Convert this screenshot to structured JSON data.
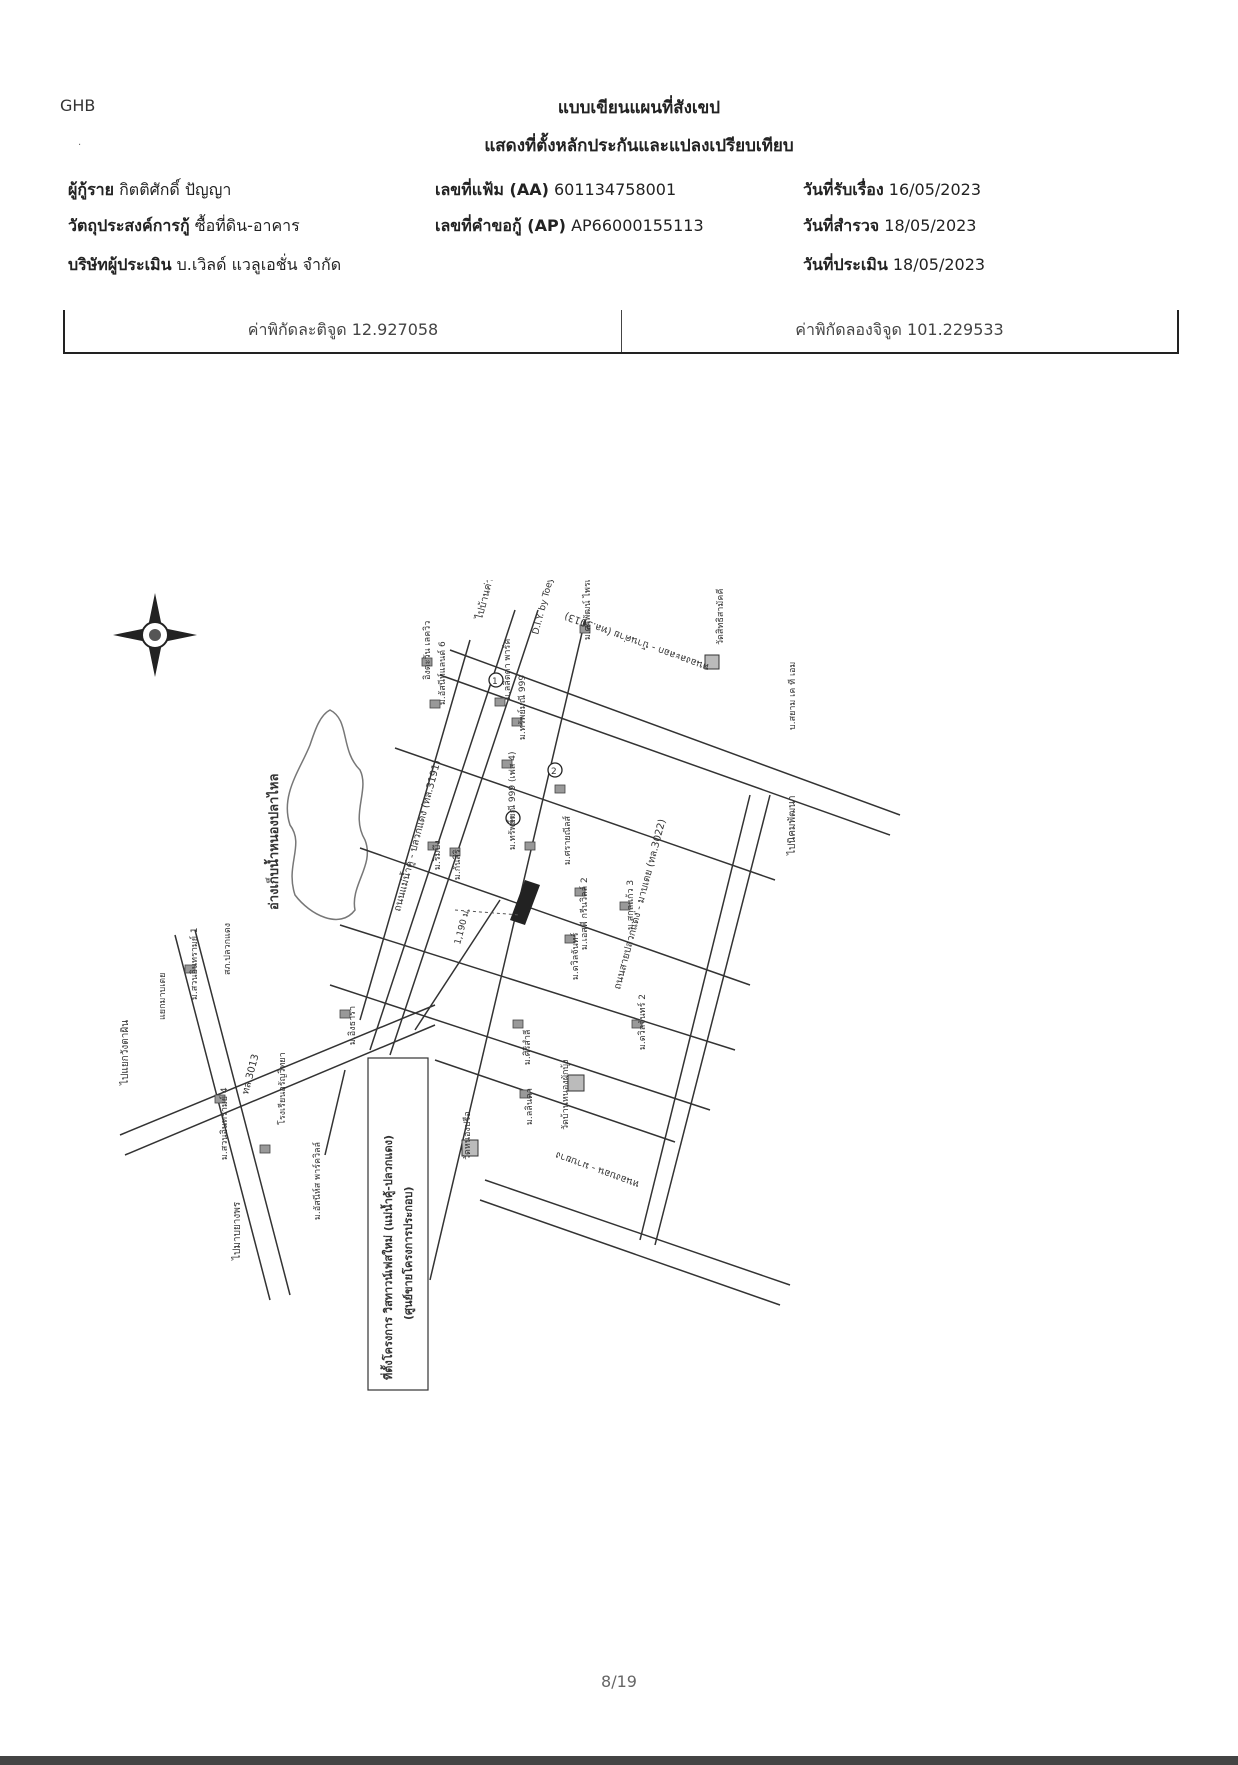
{
  "header": {
    "org": "GHB",
    "title": "แบบเขียนแผนที่สังเขป",
    "subtitle": "แสดงที่ตั้งหลักประกันและแปลงเปรียบเทียบ"
  },
  "info": {
    "borrower_label": "ผู้กู้ราย",
    "borrower": "กิตติศักดิ์ ปัญญา",
    "purpose_label": "วัตถุประสงค์การกู้",
    "purpose": "ซื้อที่ดิน-อาคาร",
    "company_label": "บริษัทผู้ประเมิน",
    "company": "บ.เวิลด์ แวลูเอชั่น จำกัด",
    "file_label": "เลขที่แฟ้ม (AA)",
    "file_no": "601134758001",
    "app_label": "เลขที่คำขอกู้ (AP)",
    "app_no": "AP66000155113",
    "received_label": "วันที่รับเรื่อง",
    "received": "16/05/2023",
    "survey_label": "วันที่สำรวจ",
    "survey": "18/05/2023",
    "appraise_label": "วันที่ประเมิน",
    "appraise": "18/05/2023"
  },
  "coords": {
    "lat": "ค่าพิกัดละติจูด 12.927058",
    "lng": "ค่าพิกัดลองจิจูด 101.229533"
  },
  "map": {
    "project_line1": "ที่ตั้งโครงการ วิสทาวน์เฟสใหม่ (แม่น้ำคู้-ปลวกแดง)",
    "project_line2": "(ศูนย์ขายโครงการประกอบ)",
    "reservoir": "อ่างเก็บน้ำหนองปลาไหล",
    "road_3191": "ถนนแม่น้ำคู้ - ปลวกแดง (ทล.3191)",
    "road_3022": "ถนนสายปลวกแดง - มาบเตย (ทล.3022)",
    "road_top": "หนองละลอก - บ้านค่าย (ทล.3013)",
    "road_bottom": "หนองบอน - มาบยาง",
    "to_bankhai": "ไปบ้านค่าย",
    "to_nikhom": "ไปนิคมพัฒนา",
    "to_maptaphut": "ไปมาบยางพร",
    "to_wangchan": "ไปแยกวังตาผิน",
    "dist": "1,190 ม.",
    "rt3013": "ทล.3013",
    "diy": "D.I.Y. by Toey2z",
    "wat_top": "วัดสิทธิสามัคคี",
    "bsiam": "บ.สยาม เค ที เอม",
    "wat_bottom": "วัดหนองปรือ",
    "wat_center": "วัดบ้านหนองผักบุ้ง",
    "school": "โรงเรียนอรัญวิทยา",
    "hospital": "สภ.ปลวกแดง",
    "maptao": "แยกมาบเตย",
    "villages": [
      "ม.ศรีพัฒน์ ไพรเวซี่",
      "ม.ทรัพย์มณี 999",
      "ม.ทรัพย์มณี 999 (เฟส 4)",
      "ม.ศรายณีลส์",
      "ม.ริมบึง",
      "ม.กันสิริ",
      "ม.เอสพี กรีนวิลล์ 2",
      "ม.สกุลแก้ว 3",
      "ม.ดวิลจันทร์",
      "ม.ดวิลจันทร์ 2",
      "ม.ศิริสำลี",
      "ม.ลลินดา",
      "ม.อิงธารา",
      "ม.สวนอินทรามย์ 1",
      "ม.สวนอินทรามย์ 4",
      "ม.อัสนีห์ส พาร์ควิลล์",
      "ม.อัสนีห์แลนด์ 6",
      "ม.ลลิตตา พาร์ค",
      "อิงตะวัน เลควิว"
    ],
    "markers": [
      "1",
      "2",
      "1"
    ]
  },
  "page": "8/19"
}
